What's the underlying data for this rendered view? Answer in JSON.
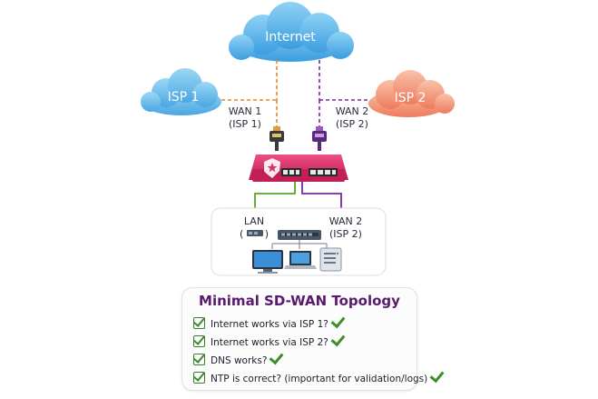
{
  "clouds": {
    "internet": "Internet",
    "isp1": "ISP 1",
    "isp2": "ISP 2"
  },
  "wan_labels": {
    "wan1_line1": "WAN 1",
    "wan1_line2": "(ISP 1)",
    "wan2_line1": "WAN 2",
    "wan2_line2": "(ISP 2)"
  },
  "lan_box": {
    "lan_label": "LAN",
    "lan_sub_open": "(",
    "lan_sub_close": ")",
    "wan2_line1": "WAN 2",
    "wan2_line2": "(ISP 2)"
  },
  "checklist": {
    "title": "Minimal SD-WAN Topology",
    "items": [
      "Internet works via ISP 1?",
      "Internet works via ISP 2?",
      "DNS works?",
      "NTP is correct? (important for validation/logs)"
    ]
  },
  "colors": {
    "wan1_line": "#e08a2a",
    "wan2_line": "#7a2a9a",
    "lan_line": "#5aa32a",
    "router": "#d6336c",
    "title": "#5a1a6e",
    "check": "#3b8d2a"
  },
  "icons": [
    "internet-cloud-icon",
    "isp1-cloud-icon",
    "isp2-cloud-icon",
    "ethernet-plug-icon",
    "router-icon",
    "shield-icon",
    "switch-icon",
    "desktop-icon",
    "laptop-icon",
    "server-icon",
    "checkbox-icon",
    "checkmark-icon"
  ]
}
